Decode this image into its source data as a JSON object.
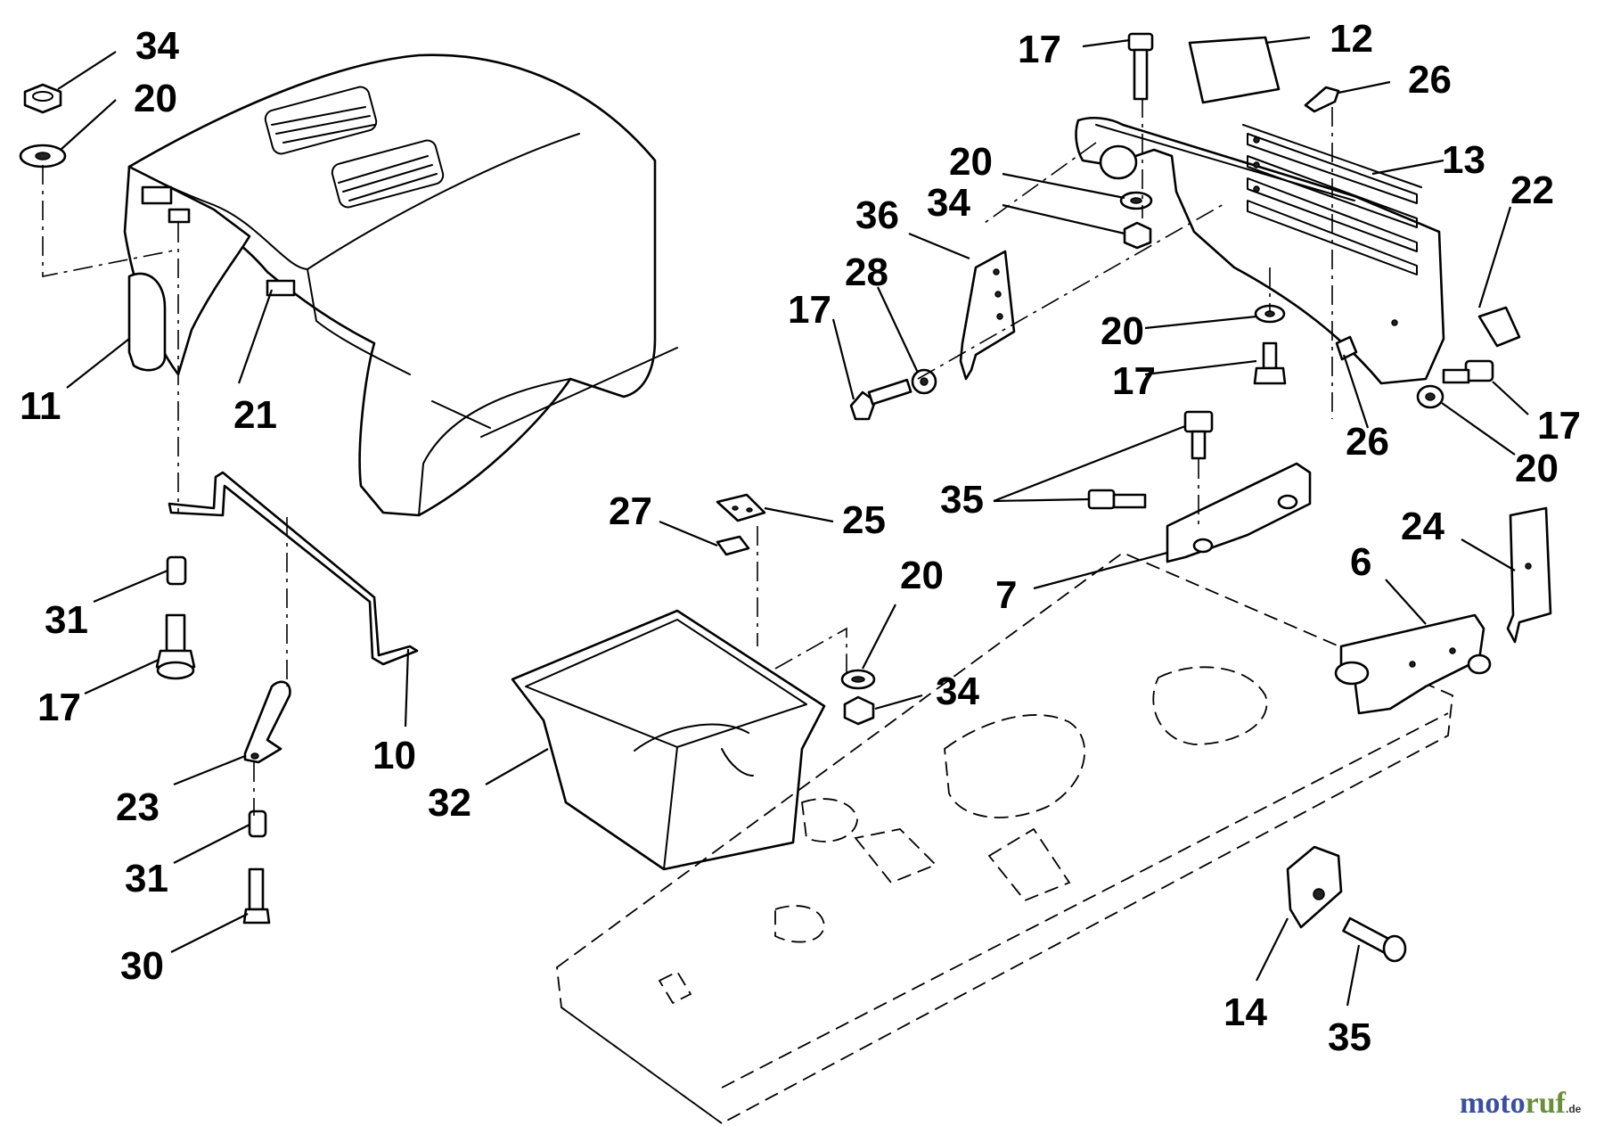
{
  "callouts": {
    "c34_top": "34",
    "c20_top": "20",
    "c11": "11",
    "c21": "21",
    "c10": "10",
    "c31_upper": "31",
    "c17_left": "17",
    "c23": "23",
    "c31_lower": "31",
    "c30": "30",
    "c27": "27",
    "c25": "25",
    "c20_mid": "20",
    "c34_mid": "34",
    "c32": "32",
    "c17_top": "17",
    "c12": "12",
    "c26_top": "26",
    "c13": "13",
    "c20_right": "20",
    "c34_right": "34",
    "c36": "36",
    "c28": "28",
    "c17_mid": "17",
    "c22": "22",
    "c20_lower": "20",
    "c17_lower": "17",
    "c26_lower": "26",
    "c17_far": "17",
    "c20_far": "20",
    "c35_mid": "35",
    "c7": "7",
    "c24": "24",
    "c6": "6",
    "c14": "14",
    "c35_low": "35"
  },
  "watermark": {
    "mo": "moto",
    "ruf": "ruf",
    "de": ".de"
  }
}
